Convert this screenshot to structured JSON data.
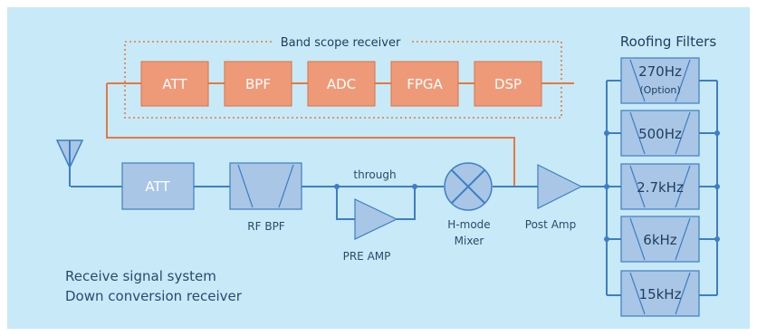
{
  "colors": {
    "background": "#c8e9f8",
    "signal_line": "#3d7fc2",
    "scope_line": "#e37a3f",
    "blue_block": "#a9c6e6",
    "orange_block": "#ee9a79"
  },
  "band_scope": {
    "title": "Band scope receiver",
    "blocks": [
      "ATT",
      "BPF",
      "ADC",
      "FPGA",
      "DSP"
    ]
  },
  "main_chain": {
    "att": "ATT",
    "rf_bpf": "RF BPF",
    "through": "through",
    "pre_amp": "PRE AMP",
    "mixer_line1": "H-mode",
    "mixer_line2": "Mixer",
    "post_amp": "Post Amp"
  },
  "roofing": {
    "title": "Roofing Filters",
    "filters": [
      "270Hz",
      "500Hz",
      "2.7kHz",
      "6kHz",
      "15kHz"
    ],
    "option_note": "(Option)"
  },
  "caption": {
    "line1": "Receive signal system",
    "line2": "Down conversion receiver"
  },
  "icons": {
    "antenna": "antenna-icon",
    "mixer": "mixer-icon",
    "amplifier": "amplifier-icon",
    "bandpass": "bandpass-filter-icon"
  }
}
